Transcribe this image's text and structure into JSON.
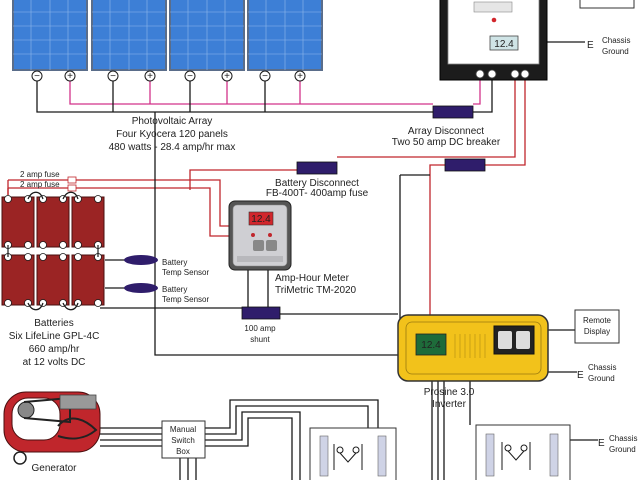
{
  "colors": {
    "panel_blue": "#3d7fd6",
    "panel_frame": "#5a6d8a",
    "wire_pink": "#d2338a",
    "wire_red": "#c0262c",
    "wire_black": "#1a1a1a",
    "battery_red": "#9b2424",
    "inverter_yellow": "#f2c21b",
    "disconnect_navy": "#2f1d6b",
    "meter_gray": "#cfcfd3"
  },
  "pv": {
    "line1": "Photovoltaic Array",
    "line2": "Four Kyocera 120 panels",
    "line3": "480 watts - 28.4 amp/hr max"
  },
  "charge_controller": {
    "display": "12.4"
  },
  "chassis_top": {
    "line1": "Chassis",
    "line2": "Ground"
  },
  "array_disconnect": {
    "line1": "Array Disconnect",
    "line2": "Two 50 amp DC breaker"
  },
  "fuses": {
    "fuse1": "2 amp fuse",
    "fuse2": "2 amp fuse"
  },
  "battery_disconnect": {
    "line1": "Battery Disconnect",
    "line2": "FB-400T- 400amp fuse"
  },
  "meter": {
    "display": "12.4",
    "line1": "Amp-Hour Meter",
    "line2": "TriMetric TM-2020"
  },
  "temp_sensor1": {
    "line1": "Battery",
    "line2": "Temp Sensor"
  },
  "temp_sensor2": {
    "line1": "Battery",
    "line2": "Temp Sensor"
  },
  "batteries": {
    "line1": "Batteries",
    "line2": "Six LifeLine GPL-4C",
    "line3": "660 amp/hr",
    "line4": "at 12 volts DC"
  },
  "shunt": {
    "line1": "100 amp",
    "line2": "shunt"
  },
  "remote_display": {
    "line1": "Remote",
    "line2": "Display"
  },
  "inverter": {
    "display": "12.4",
    "line1": "Prosine 3.0",
    "line2": "Inverter"
  },
  "chassis_mid": {
    "line1": "Chassis",
    "line2": "Ground"
  },
  "chassis_bottom": {
    "line1": "Chassis",
    "line2": "Ground"
  },
  "generator": {
    "label": "Generator"
  },
  "switch_box": {
    "line1": "Manual",
    "line2": "Switch",
    "line3": "Box"
  },
  "symbols": {
    "minus": "−",
    "plus": "+",
    "ground": "E"
  }
}
